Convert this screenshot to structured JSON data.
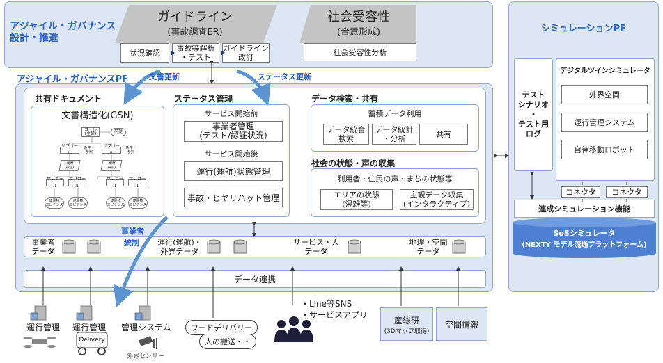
{
  "top": {
    "title_line1": "アジャイル・ガバナンス",
    "title_line2": "設計・推進",
    "guideline": {
      "title": "ガイドライン",
      "sub": "(事故調査ER)",
      "steps": [
        "状況確認",
        "事故等解析\n・テスト",
        "ガイドライン\n改訂"
      ]
    },
    "social": {
      "title": "社会受容性",
      "sub": "(合意形成)",
      "box": "社会受容性分析"
    }
  },
  "arrows": {
    "doc_update": "文書更新",
    "status_update": "ステータス更新",
    "operator": "事業者",
    "control": "統制"
  },
  "pf": {
    "title": "アジャイル・ガバナンスPF",
    "shared": {
      "title": "共有ドキュメント",
      "gsn": "文書構造化(GSN)",
      "gsn_nodes": [
        "ゴール\n(主張)",
        "前提",
        "サブゴール",
        "条件・\n参照",
        "サブゴール",
        "条件・\n参照",
        "戦略\n(論証)",
        "戦略\n(論証)",
        "サブゴール",
        "サブゴール",
        "サブゴール",
        "サブゴール",
        "成果物\nエビデンス",
        "成果物\nエビデンス",
        "成果物\nエビデンス",
        "成果物\nエビデンス"
      ]
    },
    "status": {
      "title": "ステータス管理",
      "before": "サービス開始前",
      "before_box": "事業者管理\n(テスト/認証状況)",
      "after": "サービス開始後",
      "ops": "運行(運航)状態管理",
      "incident": "事故・ヒヤリハット管理"
    },
    "search": {
      "title": "データ検索・共有",
      "stored": "蓄積データ利用",
      "items": [
        "データ統合\n検索",
        "データ統計\n・分析",
        "共有"
      ]
    },
    "society": {
      "title": "社会の状態・声の収集",
      "sub": "利用者・住民の声・まちの状態等",
      "items": [
        "エリアの状態\n(混雑等)",
        "主観データ収集\n(インタラクティブ)"
      ]
    },
    "databar": {
      "items": [
        "事業者\nデータ",
        "運行(運航)・\n外界データ",
        "サービス・人\nデータ",
        "地理・空間\nデータ"
      ]
    },
    "link": "データ連携"
  },
  "sim": {
    "title": "シミュレーションPF",
    "test_log": "テスト\nシナリオ\n・\nテスト用\nログ",
    "twin_title": "デジタルツインシミュレータ",
    "twin_items": [
      "外界空間",
      "運行管理システム",
      "自律移動ロボット"
    ],
    "connectors": [
      "コネクタ",
      "コネクタ"
    ],
    "coupled": "連成シミュレーション機能",
    "sos_line1": "SoSシミュレータ",
    "sos_line2": "(NEXTY モデル流通プラットフォーム)"
  },
  "bottom": {
    "ops1": "運行管理",
    "ops2": "運行管理",
    "mgmt": "管理システム",
    "delivery": "Delivery",
    "sensor": "外界センサー",
    "food": "フードデリバリー",
    "people": "人の搬送・・",
    "sns1": "・Line等SNS",
    "sns2": "・サービスアプリ",
    "aist": "産総研",
    "aist_sub": "(3Dマップ取得)",
    "spatial": "空間情報"
  },
  "colors": {
    "accent": "#2b63c6",
    "panel": "#dde6f4",
    "arrow": "#5b93d3",
    "sos": "#4f7fd0"
  }
}
